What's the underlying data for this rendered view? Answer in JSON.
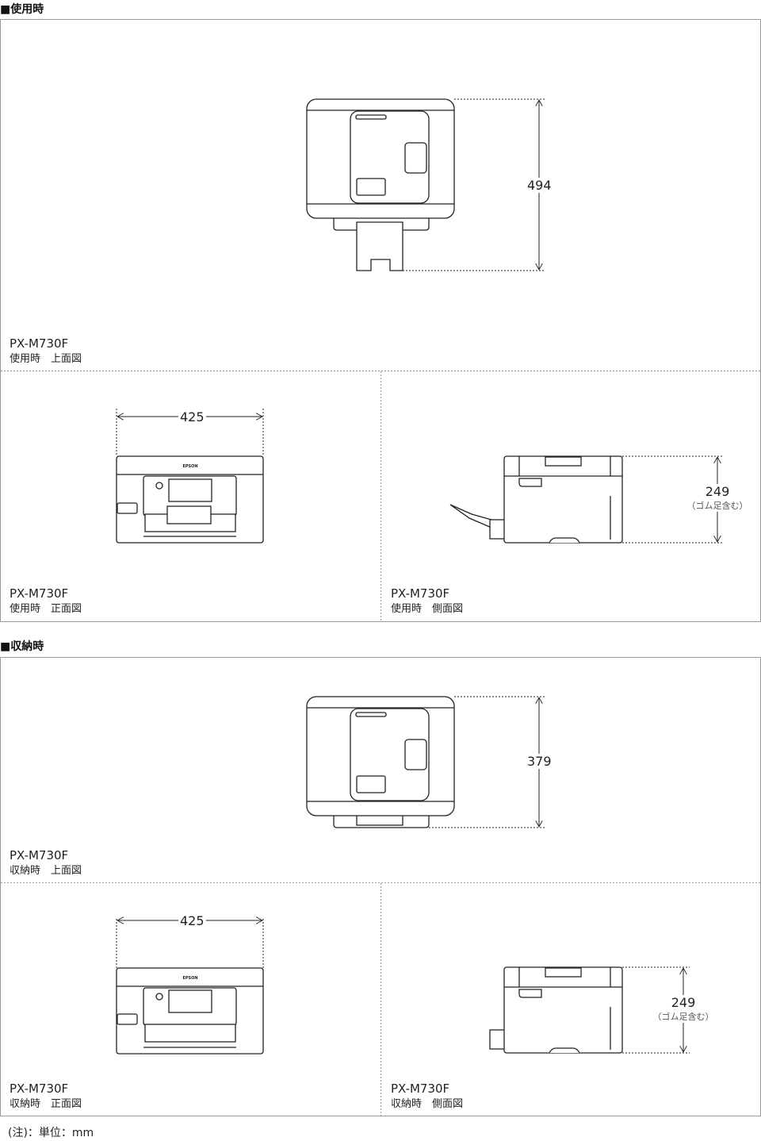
{
  "sections": [
    {
      "title": "■使用時",
      "views": [
        {
          "model": "PX-M730F",
          "caption": "使用時　上面図",
          "dimension": "494"
        },
        {
          "model": "PX-M730F",
          "caption": "使用時　正面図",
          "dimension": "425"
        },
        {
          "model": "PX-M730F",
          "caption": "使用時　側面図",
          "dimension": "249",
          "dimension_note": "（ゴム足含む）"
        }
      ]
    },
    {
      "title": "■収納時",
      "views": [
        {
          "model": "PX-M730F",
          "caption": "収納時　上面図",
          "dimension": "379"
        },
        {
          "model": "PX-M730F",
          "caption": "収納時　正面図",
          "dimension": "425"
        },
        {
          "model": "PX-M730F",
          "caption": "収納時　側面図",
          "dimension": "249",
          "dimension_note": "（ゴム足含む）"
        }
      ]
    }
  ],
  "brand_logo": "EPSON",
  "note": "(注)：単位：mm"
}
